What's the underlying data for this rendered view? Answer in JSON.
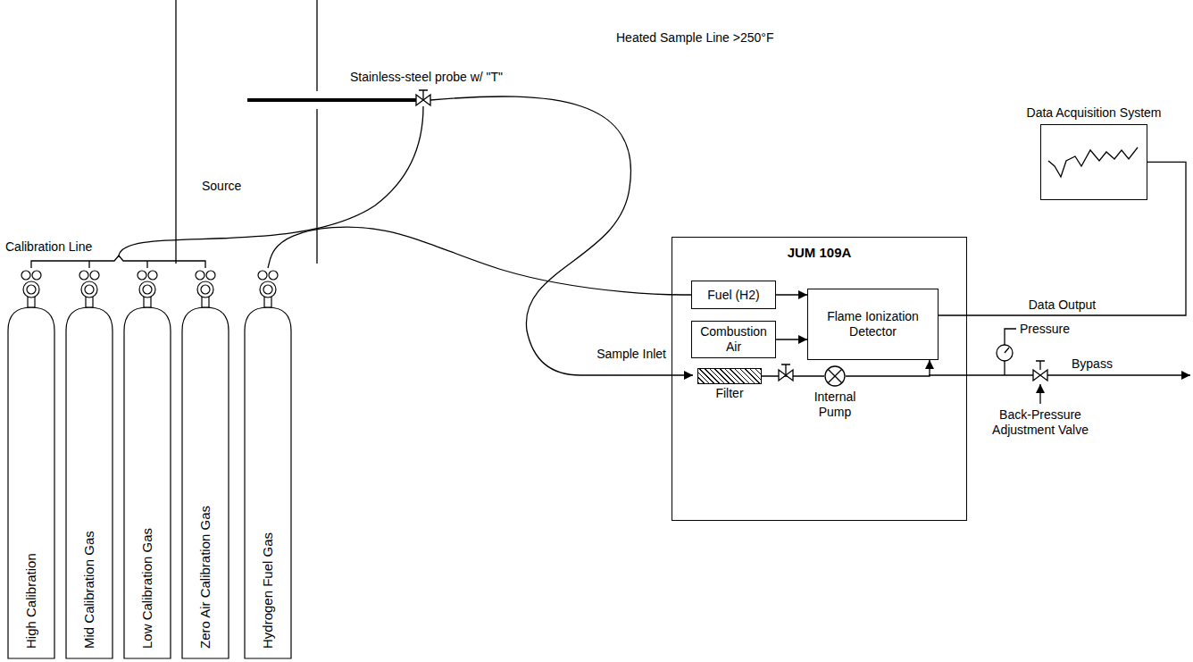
{
  "diagram": {
    "nodes": [
      {
        "text": [
          "Data Acquisition System"
        ]
      },
      {
        "text": [
          "JUM 109A"
        ]
      },
      {
        "text": [
          "Fuel (H2)"
        ],
        "in": 1
      },
      {
        "text": [
          "Combustion Air"
        ],
        "in": 1
      },
      {
        "text": [
          "Flame Ionization Detector"
        ],
        "in": 1
      },
      {
        "text": [
          "Filter"
        ],
        "in": 1
      },
      {
        "text": [
          "Internal Pump"
        ],
        "in": 1
      },
      {
        "text": [
          "High Calibration"
        ]
      },
      {
        "text": [
          "Mid Calibration Gas"
        ]
      },
      {
        "text": [
          "Low Calibration Gas"
        ]
      },
      {
        "text": [
          "Zero Air Calibration Gas"
        ]
      },
      {
        "text": [
          "Hydrogen Fuel Gas"
        ]
      }
    ],
    "edges": [
      {
        "from": 11,
        "to": 2,
        "arrow": "none"
      },
      {
        "from": 2,
        "to": 4,
        "arrow": "to"
      },
      {
        "from": 3,
        "to": 4,
        "arrow": "to"
      },
      {
        "from": 5,
        "to": 6,
        "arrow": "none"
      },
      {
        "from": 6,
        "to": 4,
        "arrow": "to"
      },
      {
        "from": 4,
        "to": 0,
        "arrow": "none",
        "label": "Data Output"
      }
    ],
    "labels": [
      "Source",
      "Stainless-steel probe w/ \"T\"",
      "Heated Sample Line >250°F",
      "Calibration Line",
      "Sample Inlet",
      "Pressure",
      "Bypass",
      "Back-Pressure Adjustment Valve"
    ]
  }
}
